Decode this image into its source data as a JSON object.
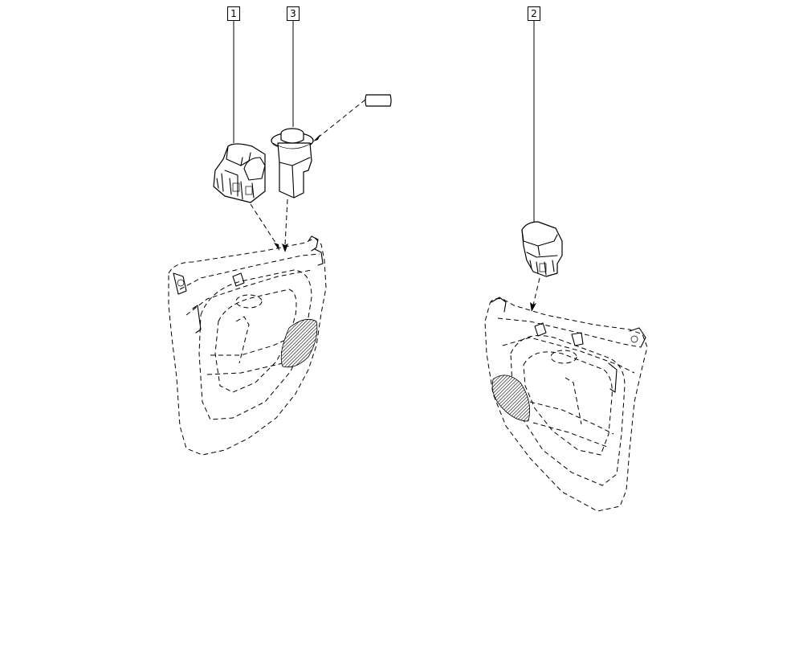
{
  "callouts": [
    {
      "label": "1",
      "part": "driver-window-switch-cluster"
    },
    {
      "label": "3",
      "part": "mirror-adjust-switch"
    },
    {
      "label": "2",
      "part": "passenger-window-switch"
    }
  ],
  "colors": {
    "line": "#000000",
    "background": "#ffffff"
  }
}
